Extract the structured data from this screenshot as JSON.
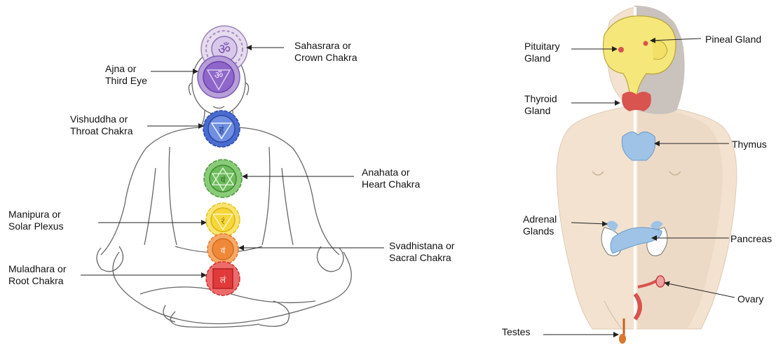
{
  "chakras": {
    "crown": {
      "line1": "Sahasrara or",
      "line2": "Crown Chakra",
      "color": "#a88bc0",
      "glyph": "ॐ"
    },
    "ajna": {
      "line1": "Ajna or",
      "line2": "Third Eye",
      "color": "#8b5fc7",
      "glyph": "ॐ"
    },
    "throat": {
      "line1": "Vishuddha or",
      "line2": "Throat Chakra",
      "color": "#3d5fc4",
      "glyph": "हं"
    },
    "heart": {
      "line1": "Anahata or",
      "line2": "Heart Chakra",
      "color": "#5aa84a",
      "glyph": "यं"
    },
    "solar": {
      "line1": "Manipura or",
      "line2": "Solar Plexus",
      "color": "#f2d22e",
      "glyph": "रं"
    },
    "sacral": {
      "line1": "Svadhistana or",
      "line2": "Sacral Chakra",
      "color": "#f08a3a",
      "glyph": "वं"
    },
    "root": {
      "line1": "Muladhara or",
      "line2": "Root Chakra",
      "color": "#e03a3a",
      "glyph": "लं"
    }
  },
  "glands": {
    "pituitary": {
      "line1": "Pituitary",
      "line2": "Gland"
    },
    "pineal": {
      "line1": "Pineal Gland"
    },
    "thyroid": {
      "line1": "Thyroid",
      "line2": "Gland"
    },
    "thymus": {
      "line1": "Thymus"
    },
    "adrenal": {
      "line1": "Adrenal",
      "line2": "Glands"
    },
    "pancreas": {
      "line1": "Pancreas"
    },
    "ovary": {
      "line1": "Ovary"
    },
    "testes": {
      "line1": "Testes"
    }
  },
  "colors": {
    "skin": "#f2e2cf",
    "skin_shadow": "#e6d2bb",
    "hair": "#c9c2bd",
    "brain": "#f6e77a",
    "gland_red": "#d9534f",
    "gland_blue": "#9ec3e6",
    "outline": "#555555"
  }
}
